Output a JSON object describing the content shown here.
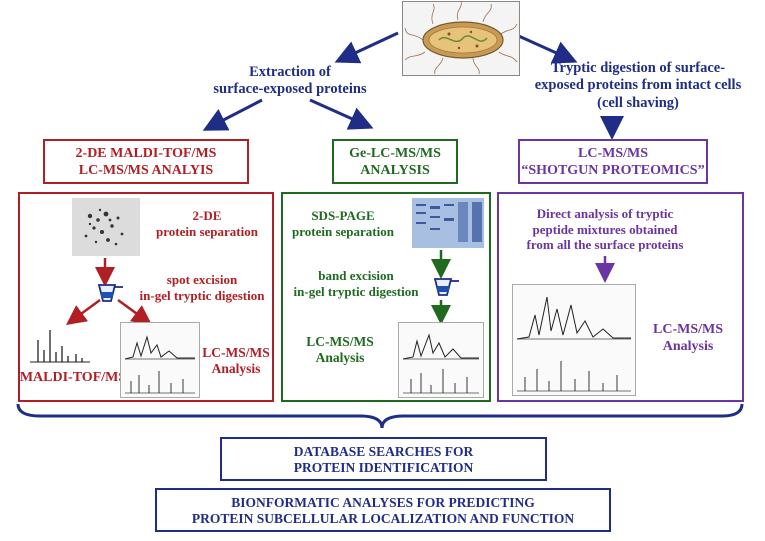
{
  "top": {
    "left_step": [
      "Extraction of",
      "surface-exposed proteins"
    ],
    "right_step": [
      "Tryptic digestion of surface-",
      "exposed proteins from intact cells",
      "(cell shaving)"
    ]
  },
  "columns": {
    "left": {
      "header": [
        "2-DE  MALDI-TOF/MS",
        "LC-MS/MS ANALYIS"
      ],
      "separation": [
        "2-DE",
        "protein separation"
      ],
      "digestion": [
        "spot excision",
        "in-gel tryptic digestion"
      ],
      "maldi": "MALDI-TOF/MS",
      "lcms": [
        "LC-MS/MS",
        "Analysis"
      ]
    },
    "middle": {
      "header": [
        "Ge-LC-MS/MS",
        "ANALYSIS"
      ],
      "separation": [
        "SDS-PAGE",
        "protein separation"
      ],
      "digestion": [
        "band excision",
        "in-gel tryptic digestion"
      ],
      "lcms": [
        "LC-MS/MS",
        "Analysis"
      ]
    },
    "right": {
      "header": [
        "LC-MS/MS",
        "“SHOTGUN PROTEOMICS”"
      ],
      "direct": [
        "Direct analysis of tryptic",
        "peptide mixtures obtained",
        "from all the surface proteins"
      ],
      "lcms": [
        "LC-MS/MS",
        "Analysis"
      ]
    }
  },
  "bottom": {
    "database": [
      "DATABASE SEARCHES FOR",
      "PROTEIN IDENTIFICATION"
    ],
    "bioinformatic": [
      "BIONFORMATIC ANALYSES  FOR PREDICTING",
      "PROTEIN SUBCELLULAR LOCALIZATION AND FUNCTION"
    ]
  },
  "colors": {
    "navy": "#1f2d86",
    "red": "#b01f24",
    "green": "#1f6a1f",
    "purple": "#6a35a0"
  }
}
